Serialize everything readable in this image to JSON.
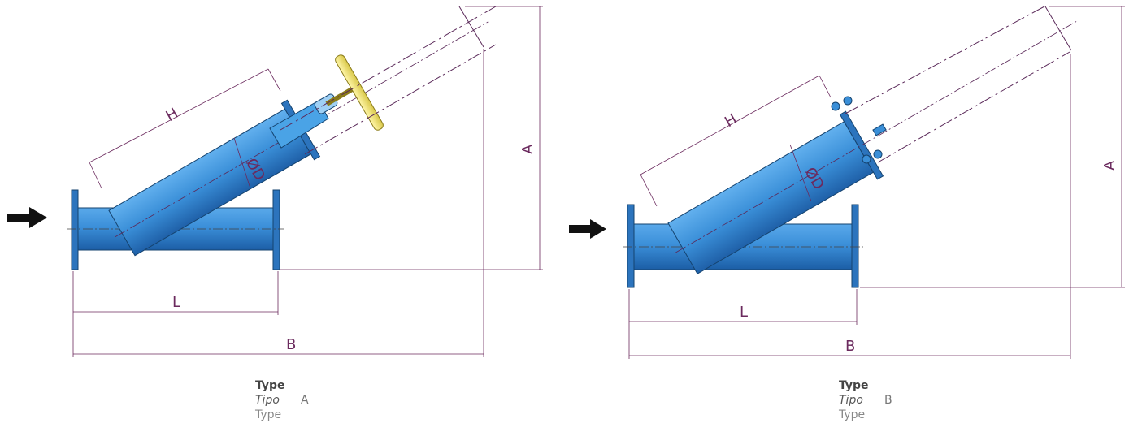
{
  "variants": [
    {
      "id": "A",
      "dims": {
        "H": "H",
        "D": "ØD",
        "A": "A",
        "L": "L",
        "B": "B"
      },
      "caption": {
        "line1": "Type",
        "line2": "Tipo",
        "line3": "Type",
        "letter": "A"
      }
    },
    {
      "id": "B",
      "dims": {
        "H": "H",
        "D": "ØD",
        "A": "A",
        "L": "L",
        "B": "B"
      },
      "caption": {
        "line1": "Type",
        "line2": "Tipo",
        "line3": "Type",
        "letter": "B"
      }
    }
  ],
  "colors": {
    "body": "#3a8fd8",
    "body_dark": "#1d5fa8",
    "handle": "#f2e36b",
    "dimension": "#6b2a5e",
    "arrow": "#111111"
  },
  "icons": [
    "flow-arrow-icon"
  ]
}
